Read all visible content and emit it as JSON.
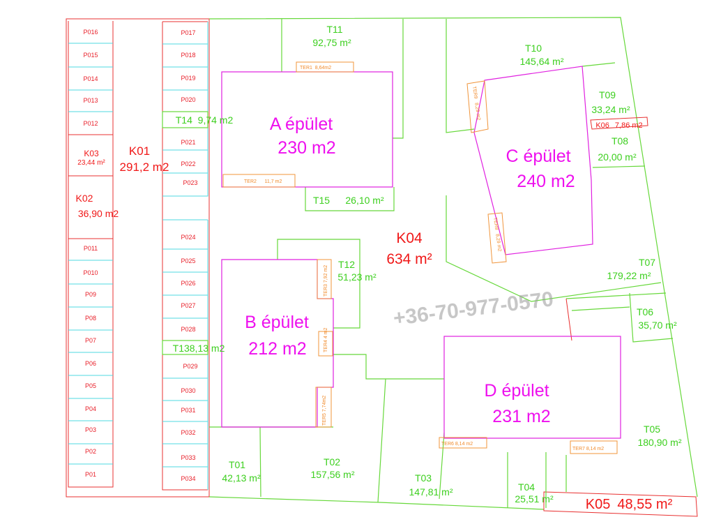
{
  "parking_left": [
    "P016",
    "P015",
    "P014",
    "P013",
    "P012",
    "P011",
    "P010",
    "P09",
    "P08",
    "P07",
    "P06",
    "P05",
    "P04",
    "P03",
    "P02",
    "P01"
  ],
  "parking_right": [
    "P017",
    "P018",
    "P019",
    "P020",
    "P021",
    "P022",
    "P023",
    "P024",
    "P025",
    "P026",
    "P027",
    "P028",
    "P029",
    "P030",
    "P031",
    "P032",
    "P033",
    "P034"
  ],
  "common": {
    "K01": {
      "id": "K01",
      "area": "291,2 m2"
    },
    "K02": {
      "id": "K02",
      "area": "36,90 m2"
    },
    "K03": {
      "id": "K03",
      "area": "23,44 m²"
    },
    "K04": {
      "id": "K04",
      "area": "634 m²"
    },
    "K05": {
      "id": "K05",
      "area": "48,55 m²"
    },
    "K06": {
      "id": "K06",
      "area": "7,86 m2"
    }
  },
  "buildings": {
    "A": {
      "name": "A épület",
      "area": "230 m2"
    },
    "B": {
      "name": "B épület",
      "area": "212 m2"
    },
    "C": {
      "name": "C épület",
      "area": "240 m2"
    },
    "D": {
      "name": "D épület",
      "area": "231 m2"
    }
  },
  "gardens": {
    "T01": {
      "id": "T01",
      "area": "42,13 m²"
    },
    "T02": {
      "id": "T02",
      "area": "157,56 m²"
    },
    "T03": {
      "id": "T03",
      "area": "147,81 m²"
    },
    "T04": {
      "id": "T04",
      "area": "25,51 m²"
    },
    "T05": {
      "id": "T05",
      "area": "180,90 m²"
    },
    "T06": {
      "id": "T06",
      "area": "35,70 m²"
    },
    "T07": {
      "id": "T07",
      "area": "179,22 m²"
    },
    "T08": {
      "id": "T08",
      "area": "20,00 m²"
    },
    "T09": {
      "id": "T09",
      "area": "33,24 m²"
    },
    "T10": {
      "id": "T10",
      "area": "145,64 m²"
    },
    "T11": {
      "id": "T11",
      "area": "92,75 m²"
    },
    "T12": {
      "id": "T12",
      "area": "51,23 m²"
    },
    "T13": {
      "label": "T138,13 m2"
    },
    "T14": {
      "label": "T14  9,74 m2"
    },
    "T15": {
      "id": "T15",
      "area": "26,10 m²"
    }
  },
  "terraces": {
    "TER1": "TER1  8,64m2",
    "TER2": "TER2      11,7 m2",
    "TER3": "TER3 7,92 m2",
    "TER4": "TER4 4 m2",
    "TER5": "TER5 7,74m2",
    "TER6": "TER6 8,14 m2",
    "TER7": "TER7 8,14 m2",
    "TER8": "TER8   8,29 m2",
    "TER9": "TER9   8,29 m2"
  },
  "watermark": "+36-70-977-0570",
  "colors": {
    "common": "#f01818",
    "garden": "#3ccf1e",
    "building": "#ee10ee",
    "terrace": "#f08a2a",
    "parking_divider": "#4fd8e0"
  }
}
